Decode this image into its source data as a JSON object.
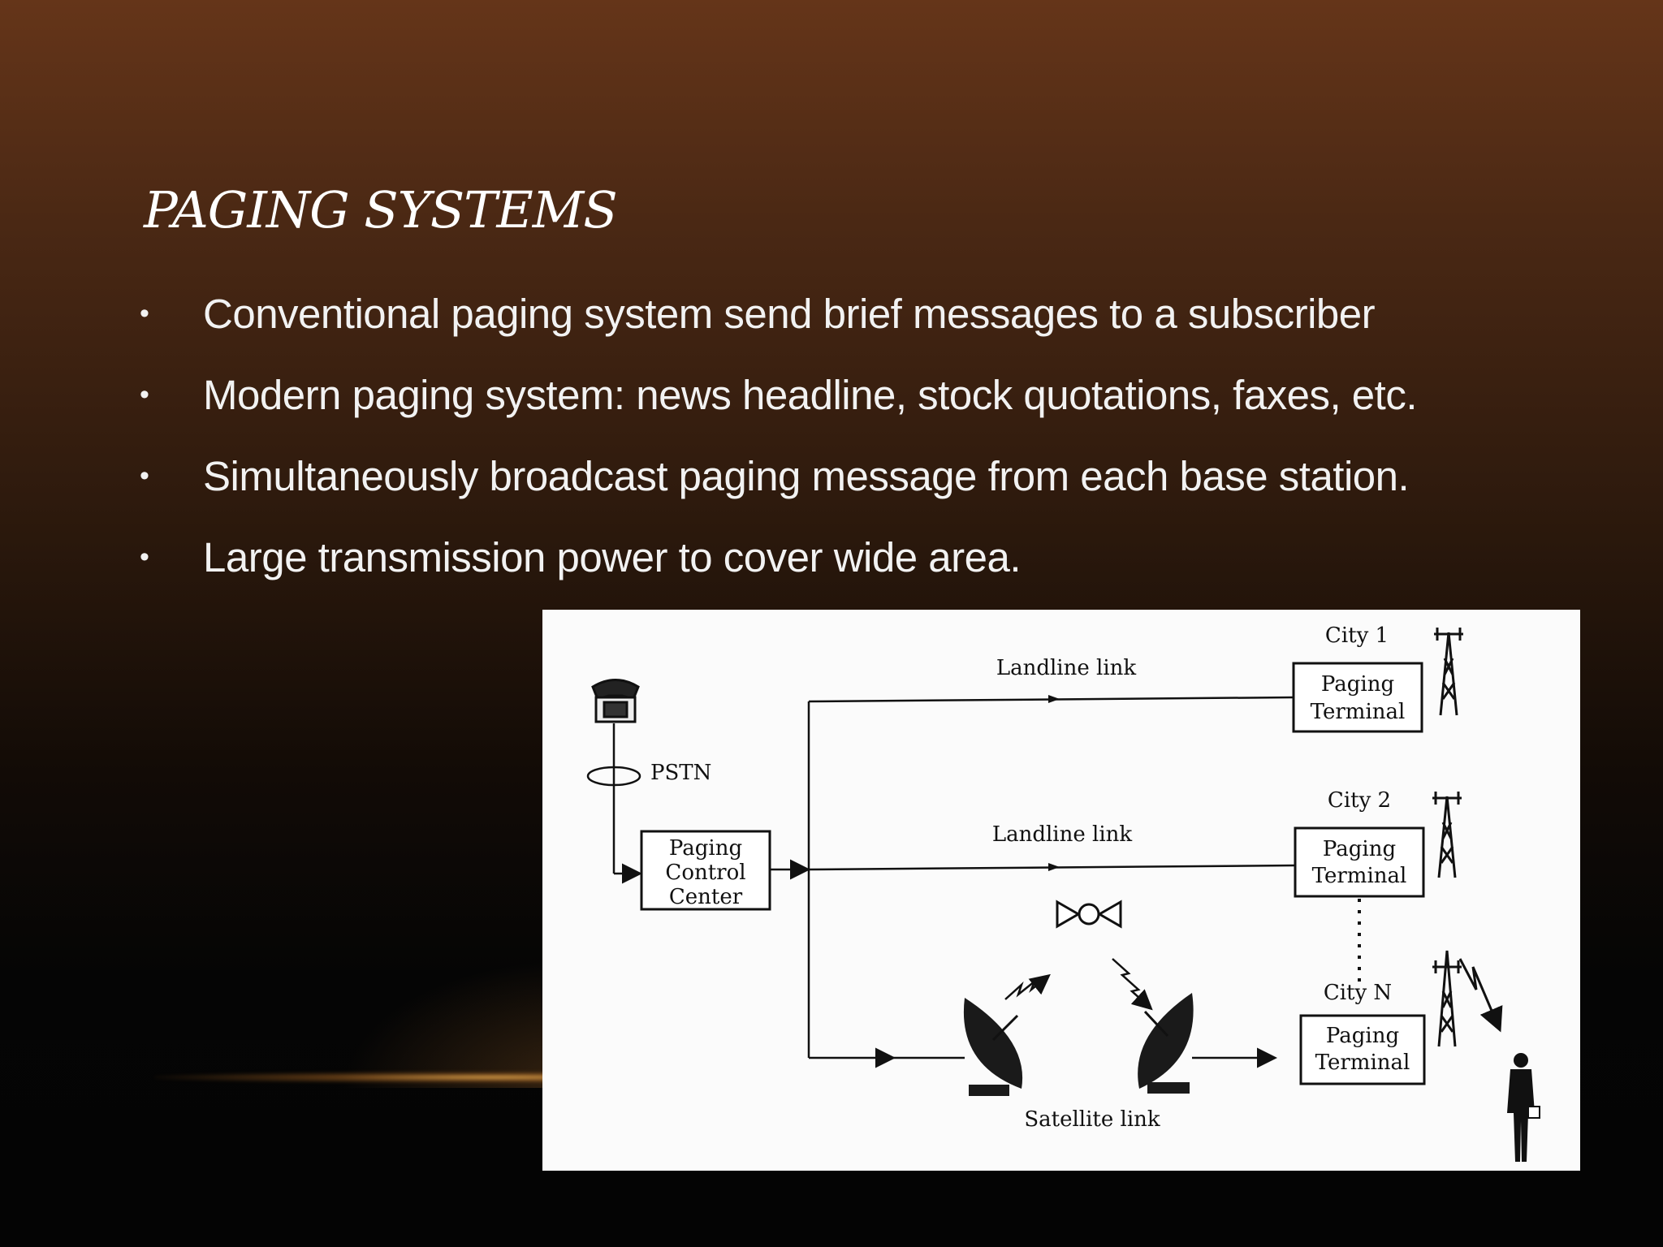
{
  "slide": {
    "title": "PAGING SYSTEMS",
    "bullets": [
      "Conventional paging system send brief messages to a subscriber",
      "Modern paging system: news headline, stock quotations, faxes, etc.",
      "Simultaneously broadcast paging message from each base station.",
      "Large transmission power to cover wide area."
    ]
  },
  "diagram": {
    "pstn_label": "PSTN",
    "control_center": [
      "Paging",
      "Control",
      "Center"
    ],
    "landline_link_1": "Landline link",
    "landline_link_2": "Landline link",
    "satellite_link": "Satellite link",
    "city_1": "City 1",
    "city_2": "City 2",
    "city_n": "City N",
    "terminal_lines": [
      "Paging",
      "Terminal"
    ]
  },
  "icons": [
    "telephone-icon",
    "satellite-icon",
    "satellite-dish-icon",
    "tower-icon",
    "person-icon"
  ]
}
